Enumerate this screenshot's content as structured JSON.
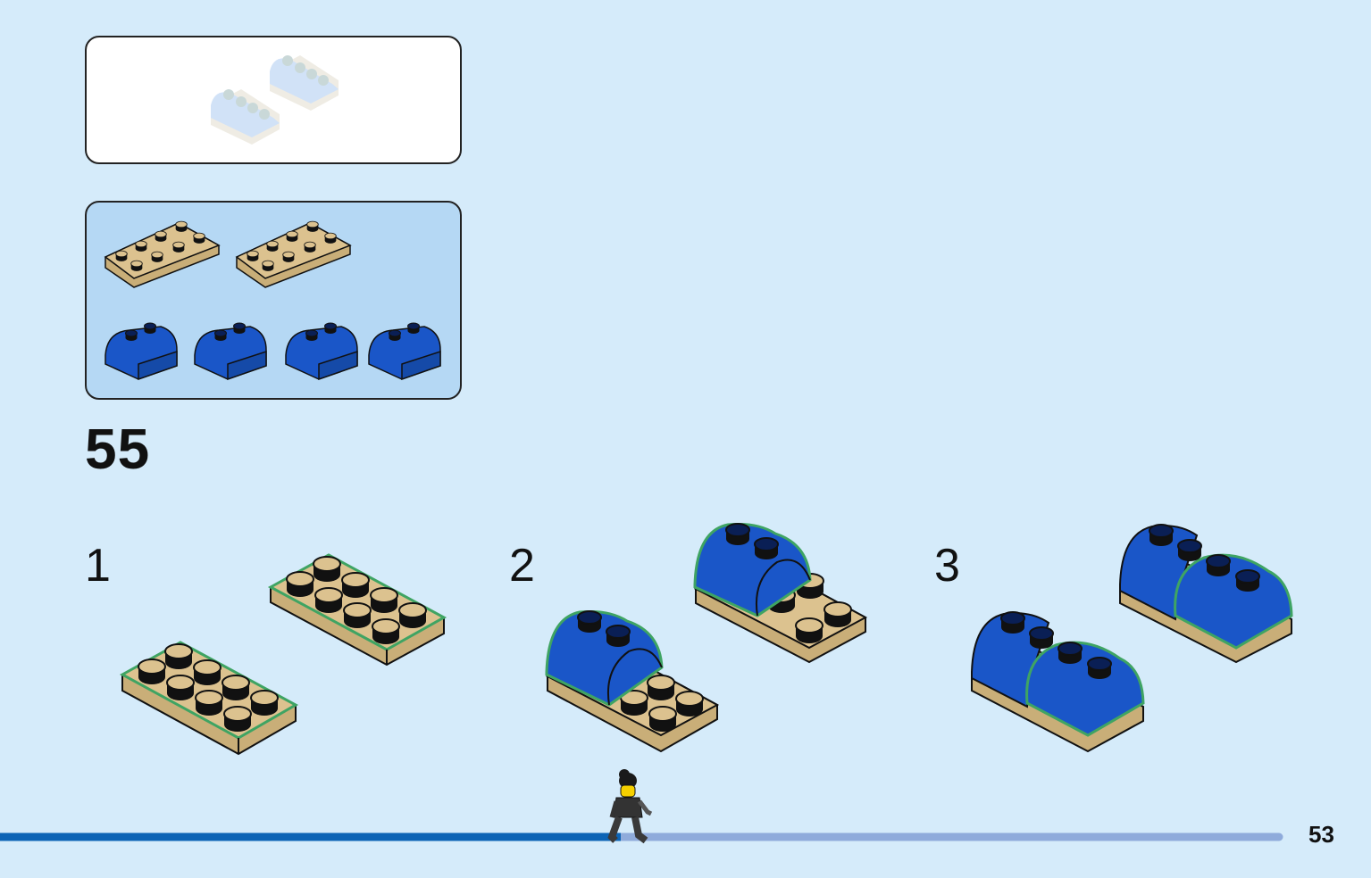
{
  "step": {
    "number": "55"
  },
  "substeps": [
    {
      "label": "1"
    },
    {
      "label": "2"
    },
    {
      "label": "3"
    }
  ],
  "progress": {
    "fraction": 0.485,
    "page_number": "53",
    "done_color": "#0d64b5",
    "todo_color": "#8fabdb"
  },
  "colors": {
    "tan": "#dcc28f",
    "blue": "#1a56c8",
    "highlight": "#3fa463",
    "background": "#d5ebfa",
    "parts_box": "#b5d8f4"
  },
  "parts_list": [
    {
      "part": "tan-plate-2x4",
      "quantity": 2
    },
    {
      "part": "blue-curved-slope-2x2",
      "quantity": 4
    }
  ],
  "icons": [
    "minifigure-walker-icon"
  ]
}
